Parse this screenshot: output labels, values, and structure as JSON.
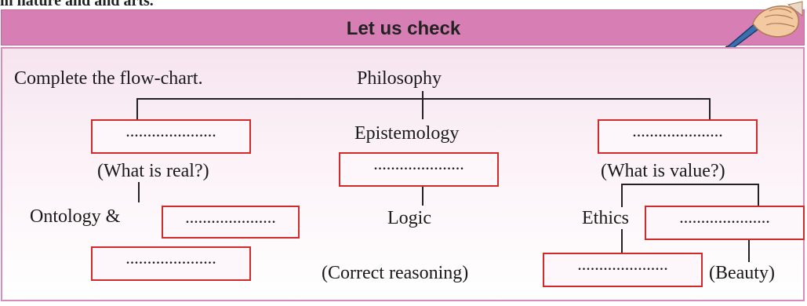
{
  "header": {
    "cut_text": "in nature and and arts.",
    "title": "Let us check"
  },
  "instruction": "Complete the flow-chart.",
  "flowchart": {
    "root": "Philosophy",
    "blank": ".....................",
    "left": {
      "question": "(What is real?)",
      "ontology": "Ontology &"
    },
    "middle": {
      "label": "Epistemology",
      "logic": "Logic",
      "note": "(Correct reasoning)"
    },
    "right": {
      "question": "(What is value?)",
      "ethics": "Ethics",
      "beauty": "(Beauty)"
    }
  }
}
